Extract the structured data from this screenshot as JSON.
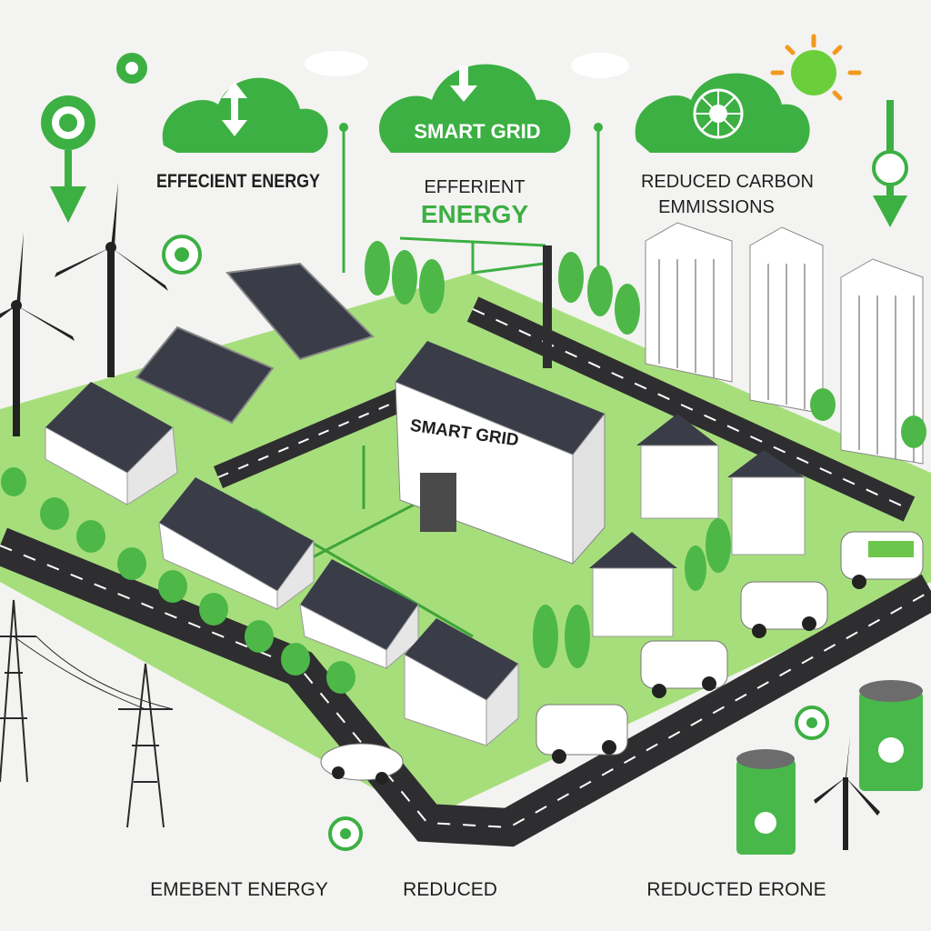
{
  "labels": {
    "cloud_left": "EFFECIENT ENERGY",
    "cloud_center": "SMART GRID",
    "under_center_top": "EFFERIENT",
    "under_center_bottom": "ENERGY",
    "right_top": "REDUCED CARBON",
    "right_bottom": "EMMISSIONS",
    "building_sign": "SMART GRID",
    "bottom_left": "EMEBENT ENERGY",
    "bottom_center": "REDUCED",
    "bottom_right": "REDUCTED ERONE"
  },
  "colors": {
    "green": "#3cb043",
    "light_green": "#9fdc6b",
    "road": "#2e2e30",
    "sun": "#f29a1f"
  },
  "icons": [
    "recycle-icon",
    "down-arrow-icon",
    "sun-icon",
    "wind-turbine-icon",
    "solar-panel-icon",
    "battery-icon",
    "transmission-tower-icon"
  ]
}
